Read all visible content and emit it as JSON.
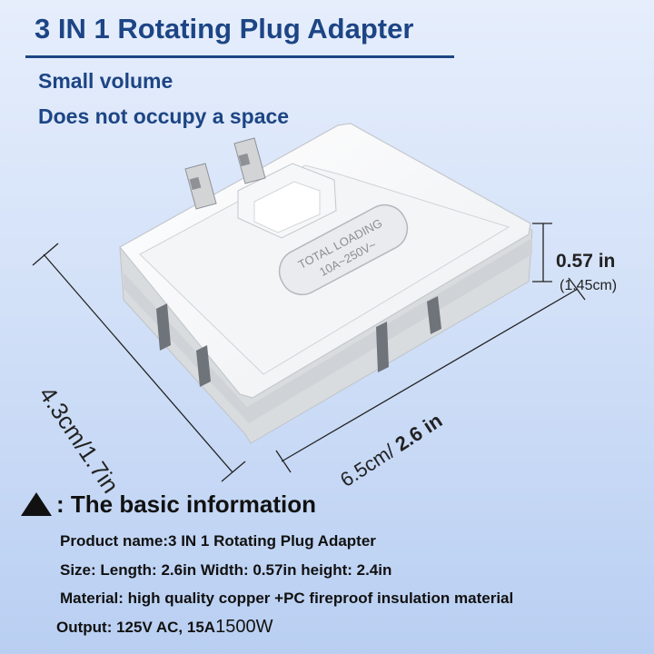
{
  "title": "3 IN 1 Rotating Plug Adapter",
  "taglines": [
    "Small volume",
    "Does not occupy a space"
  ],
  "device": {
    "label_line1": "TOTAL LOADING",
    "label_line2": "10A~250V~"
  },
  "dimensions": {
    "height_in": "0.57 in",
    "height_cm": "(1.45cm)",
    "length": "4.3cm/1.7in",
    "width_cm": "6.5cm/",
    "width_in": " 2.6 in"
  },
  "info": {
    "heading": ": The basic information",
    "product_name": "Product name:3 IN 1 Rotating Plug Adapter",
    "size": "Size: Length: 2.6in Width: 0.57in height: 2.4in",
    "material": "Material: high quality copper +PC fireproof insulation material",
    "output_prefix": "Output: 125V AC, 15A",
    "output_watt": "1500W"
  }
}
